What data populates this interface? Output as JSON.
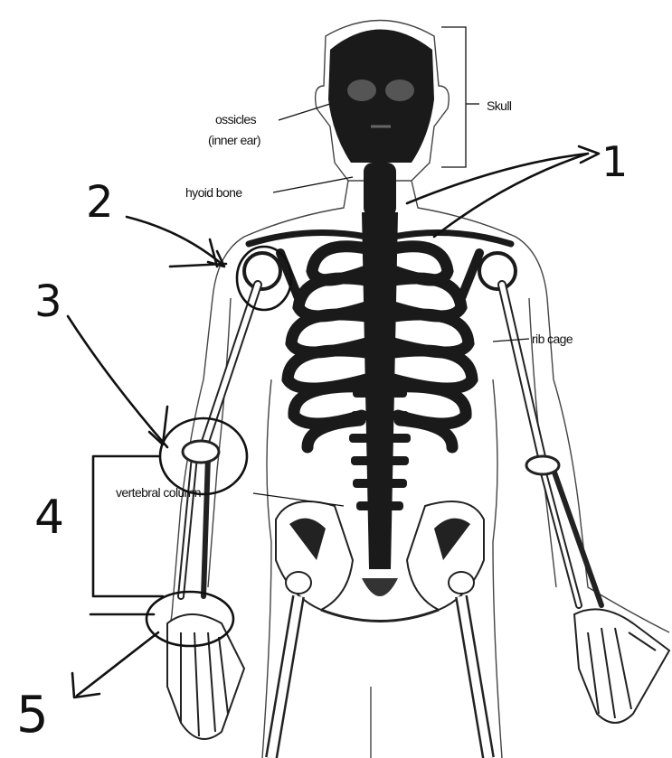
{
  "labels": {
    "skull": "Skull",
    "ossicles": "ossicles",
    "inner_ear": "(inner ear)",
    "hyoid": "hyoid bone",
    "rib_cage": "rib cage",
    "vertebral_column": "vertebral column"
  },
  "handwritten": {
    "n1": "1",
    "n2": "2",
    "n3": "3",
    "n4": "4",
    "n5": "5"
  },
  "colors": {
    "bone_dark": "#1a1a1a",
    "outline": "#222222",
    "ink": "#111111"
  }
}
